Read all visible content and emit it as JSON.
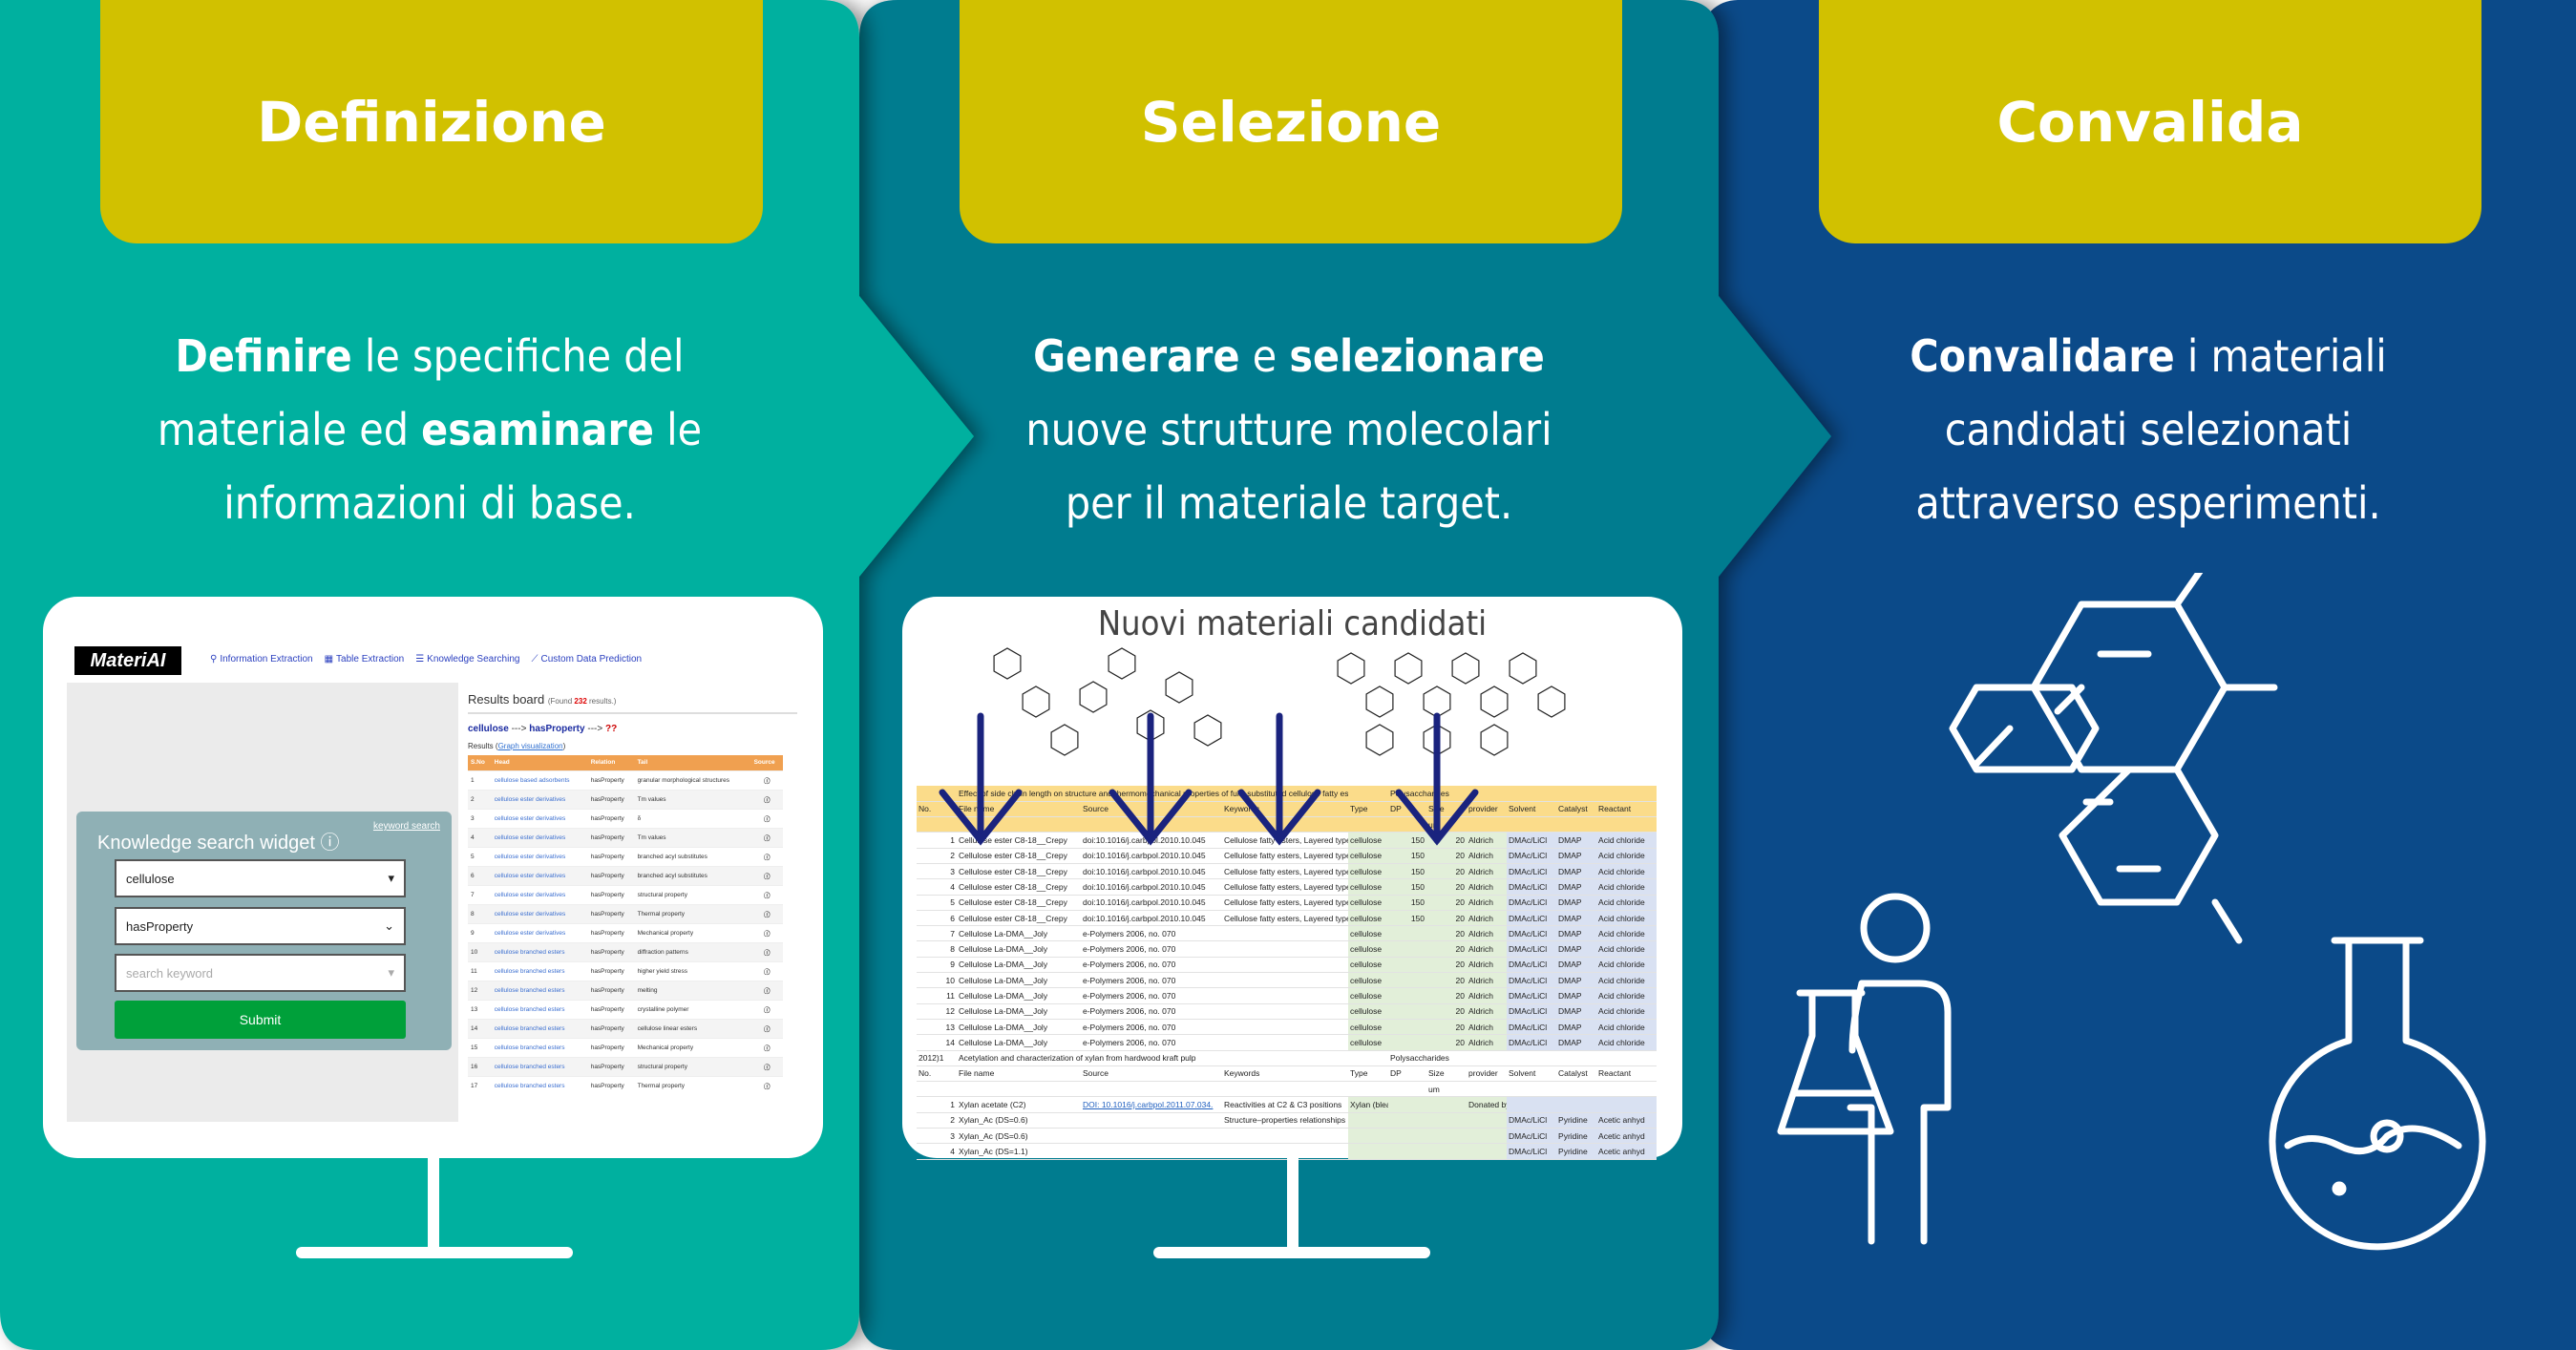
{
  "colors": {
    "panel1": "#06b09f",
    "panel2": "#037b8f",
    "panel3": "#0b4a89",
    "header": "#d1c100",
    "monitor": "#ffffff"
  },
  "panels": [
    {
      "title": "Definizione",
      "desc": [
        [
          {
            "t": "Definire",
            "b": true
          },
          {
            "t": " le specifiche del"
          }
        ],
        [
          {
            "t": "materiale ed "
          },
          {
            "t": "esaminare",
            "b": true
          },
          {
            "t": " le"
          }
        ],
        [
          {
            "t": "informazioni di base."
          }
        ]
      ]
    },
    {
      "title": "Selezione",
      "desc": [
        [
          {
            "t": "Generare",
            "b": true
          },
          {
            "t": " e "
          },
          {
            "t": "selezionare",
            "b": true
          }
        ],
        [
          {
            "t": "nuove strutture molecolari"
          }
        ],
        [
          {
            "t": "per il materiale target."
          }
        ]
      ]
    },
    {
      "title": "Convalida",
      "desc": [
        [
          {
            "t": "Convalidare",
            "b": true
          },
          {
            "t": " i materiali"
          }
        ],
        [
          {
            "t": "candidati selezionati"
          }
        ],
        [
          {
            "t": "attraverso esperimenti."
          }
        ]
      ]
    }
  ],
  "materiai": {
    "logo": "MateriAI",
    "nav": [
      {
        "icon": "search-icon",
        "label": "Information Extraction"
      },
      {
        "icon": "table-icon",
        "label": "Table Extraction"
      },
      {
        "icon": "database-icon",
        "label": "Knowledge Searching"
      },
      {
        "icon": "chart-icon",
        "label": "Custom Data Prediction"
      }
    ],
    "widget": {
      "title": "Knowledge search widget",
      "keyword_link": "keyword search",
      "head_value": "cellulose",
      "relation_value": "hasProperty",
      "tail_placeholder": "search keyword",
      "submit": "Submit"
    },
    "results": {
      "title": "Results board",
      "found_prefix": "(Found ",
      "found_count": "232",
      "found_suffix": " results.)",
      "query_head": "cellulose",
      "arrow": "--->",
      "query_relation": "hasProperty",
      "query_tail": "??",
      "results_label": "Results (",
      "graph_link": "Graph visualization",
      "results_close": ")",
      "columns": [
        "S.No",
        "Head",
        "Relation",
        "Tail",
        "Source"
      ],
      "rows": [
        [
          "1",
          "cellulose based adsorbents",
          "hasProperty",
          "granular morphological structures"
        ],
        [
          "2",
          "cellulose ester derivatives",
          "hasProperty",
          "Tm values"
        ],
        [
          "3",
          "cellulose ester derivatives",
          "hasProperty",
          "δ"
        ],
        [
          "4",
          "cellulose ester derivatives",
          "hasProperty",
          "Tm values"
        ],
        [
          "5",
          "cellulose ester derivatives",
          "hasProperty",
          "branched acyl substitutes"
        ],
        [
          "6",
          "cellulose ester derivatives",
          "hasProperty",
          "branched acyl substitutes"
        ],
        [
          "7",
          "cellulose ester derivatives",
          "hasProperty",
          "structural property"
        ],
        [
          "8",
          "cellulose ester derivatives",
          "hasProperty",
          "Thermal property"
        ],
        [
          "9",
          "cellulose ester derivatives",
          "hasProperty",
          "Mechanical property"
        ],
        [
          "10",
          "cellulose branched esters",
          "hasProperty",
          "diffraction patterns"
        ],
        [
          "11",
          "cellulose branched esters",
          "hasProperty",
          "higher yield stress"
        ],
        [
          "12",
          "cellulose branched esters",
          "hasProperty",
          "melting"
        ],
        [
          "13",
          "cellulose branched esters",
          "hasProperty",
          "crystalline polymer"
        ],
        [
          "14",
          "cellulose branched esters",
          "hasProperty",
          "cellulose linear esters"
        ],
        [
          "15",
          "cellulose branched esters",
          "hasProperty",
          "Mechanical property"
        ],
        [
          "16",
          "cellulose branched esters",
          "hasProperty",
          "structural property"
        ],
        [
          "17",
          "cellulose branched esters",
          "hasProperty",
          "Thermal property"
        ]
      ],
      "source_icon": "info-icon"
    }
  },
  "candidates": {
    "title": "Nuovi materiali candidati",
    "section1_title": "Effect of side chain length on structure and thermomechanical properties of fully substituted cellulose fatty esters",
    "group_label": "Polysaccharides",
    "columns": [
      "No.",
      "File name",
      "Source",
      "Keywords",
      "Type",
      "DP",
      "Size",
      "provider",
      "Solvent",
      "Catalyst",
      "Reactant"
    ],
    "unit": "um",
    "rows1": [
      [
        "1",
        "Cellulose ester C8-18__Crepy",
        "doi:10.1016/j.carbpol.2010.10.045",
        "Cellulose fatty esters, Layered type",
        "cellulose",
        "150",
        "20",
        "Aldrich",
        "DMAc/LiCl",
        "DMAP",
        "Acid chloride"
      ],
      [
        "2",
        "Cellulose ester C8-18__Crepy",
        "doi:10.1016/j.carbpol.2010.10.045",
        "Cellulose fatty esters, Layered type",
        "cellulose",
        "150",
        "20",
        "Aldrich",
        "DMAc/LiCl",
        "DMAP",
        "Acid chloride"
      ],
      [
        "3",
        "Cellulose ester C8-18__Crepy",
        "doi:10.1016/j.carbpol.2010.10.045",
        "Cellulose fatty esters, Layered type",
        "cellulose",
        "150",
        "20",
        "Aldrich",
        "DMAc/LiCl",
        "DMAP",
        "Acid chloride"
      ],
      [
        "4",
        "Cellulose ester C8-18__Crepy",
        "doi:10.1016/j.carbpol.2010.10.045",
        "Cellulose fatty esters, Layered type",
        "cellulose",
        "150",
        "20",
        "Aldrich",
        "DMAc/LiCl",
        "DMAP",
        "Acid chloride"
      ],
      [
        "5",
        "Cellulose ester C8-18__Crepy",
        "doi:10.1016/j.carbpol.2010.10.045",
        "Cellulose fatty esters, Layered type",
        "cellulose",
        "150",
        "20",
        "Aldrich",
        "DMAc/LiCl",
        "DMAP",
        "Acid chloride"
      ],
      [
        "6",
        "Cellulose ester C8-18__Crepy",
        "doi:10.1016/j.carbpol.2010.10.045",
        "Cellulose fatty esters, Layered type",
        "cellulose",
        "150",
        "20",
        "Aldrich",
        "DMAc/LiCl",
        "DMAP",
        "Acid chloride"
      ],
      [
        "7",
        "Cellulose La-DMA__Joly",
        "e-Polymers 2006, no. 070",
        "",
        "cellulose",
        "",
        "20",
        "Aldrich",
        "DMAc/LiCl",
        "DMAP",
        "Acid chloride"
      ],
      [
        "8",
        "Cellulose La-DMA__Joly",
        "e-Polymers 2006, no. 070",
        "",
        "cellulose",
        "",
        "20",
        "Aldrich",
        "DMAc/LiCl",
        "DMAP",
        "Acid chloride"
      ],
      [
        "9",
        "Cellulose La-DMA__Joly",
        "e-Polymers 2006, no. 070",
        "",
        "cellulose",
        "",
        "20",
        "Aldrich",
        "DMAc/LiCl",
        "DMAP",
        "Acid chloride"
      ],
      [
        "10",
        "Cellulose La-DMA__Joly",
        "e-Polymers 2006, no. 070",
        "",
        "cellulose",
        "",
        "20",
        "Aldrich",
        "DMAc/LiCl",
        "DMAP",
        "Acid chloride"
      ],
      [
        "11",
        "Cellulose La-DMA__Joly",
        "e-Polymers 2006, no. 070",
        "",
        "cellulose",
        "",
        "20",
        "Aldrich",
        "DMAc/LiCl",
        "DMAP",
        "Acid chloride"
      ],
      [
        "12",
        "Cellulose La-DMA__Joly",
        "e-Polymers 2006, no. 070",
        "",
        "cellulose",
        "",
        "20",
        "Aldrich",
        "DMAc/LiCl",
        "DMAP",
        "Acid chloride"
      ],
      [
        "13",
        "Cellulose La-DMA__Joly",
        "e-Polymers 2006, no. 070",
        "",
        "cellulose",
        "",
        "20",
        "Aldrich",
        "DMAc/LiCl",
        "DMAP",
        "Acid chloride"
      ],
      [
        "14",
        "Cellulose La-DMA__Joly",
        "e-Polymers 2006, no. 070",
        "",
        "cellulose",
        "",
        "20",
        "Aldrich",
        "DMAc/LiCl",
        "DMAP",
        "Acid chloride"
      ]
    ],
    "section2_no": "2012)1",
    "section2_title": "Acetylation and characterization of xylan from hardwood kraft pulp",
    "rows2": [
      [
        "1",
        "Xylan acetate (C2)",
        "DOI: 10.1016/j.carbpol.2011.07.034.",
        "Reactivities at C2 & C3 positions",
        "Xylan (bleached hardwood kraft",
        "",
        "",
        "Donated by the Pulp and Paper Laboratory, The U",
        "",
        "",
        ""
      ],
      [
        "2",
        "Xylan_Ac (DS=0.6)",
        "",
        "Structure–properties relationships",
        "",
        "",
        "",
        "",
        "DMAc/LiCl",
        "Pyridine",
        "Acetic anhyd"
      ],
      [
        "3",
        "Xylan_Ac (DS=0.6)",
        "",
        "",
        "",
        "",
        "",
        "",
        "DMAc/LiCl",
        "Pyridine",
        "Acetic anhyd"
      ],
      [
        "4",
        "Xylan_Ac (DS=1.1)",
        "",
        "",
        "",
        "",
        "",
        "",
        "DMAc/LiCl",
        "Pyridine",
        "Acetic anhyd"
      ]
    ]
  },
  "validation_icons": [
    "hexagon-molecule-icon",
    "scientist-icon",
    "erlenmeyer-flask-icon",
    "round-flask-icon"
  ]
}
